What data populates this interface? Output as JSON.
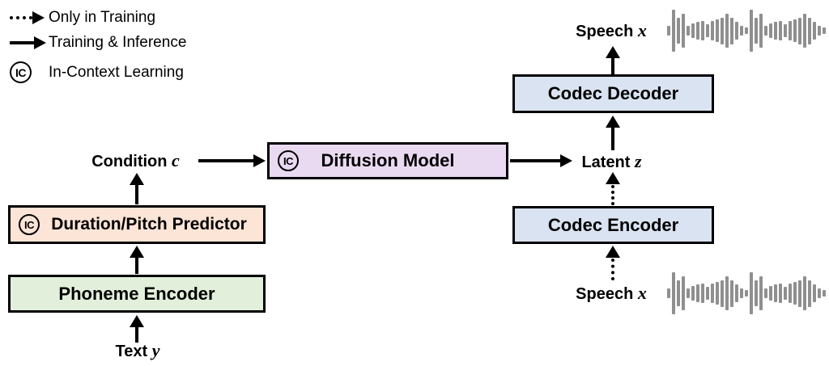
{
  "legend": {
    "items": [
      {
        "icon": "dotted-arrow-icon",
        "label": "Only in Training"
      },
      {
        "icon": "solid-arrow-icon",
        "label": "Training & Inference"
      },
      {
        "icon": "ic-badge-icon",
        "badge": "IC",
        "label": "In-Context Learning"
      }
    ]
  },
  "nodes": {
    "phoneme_encoder": {
      "label": "Phoneme Encoder",
      "fill": "#E2EFDA"
    },
    "duration_pitch_predictor": {
      "label": "Duration/Pitch Predictor",
      "badge": "IC",
      "fill": "#FCE4D6"
    },
    "diffusion_model": {
      "label": "Diffusion Model",
      "badge": "IC",
      "fill": "#E9DAF2"
    },
    "codec_decoder": {
      "label": "Codec Decoder",
      "fill": "#DAE3F1"
    },
    "codec_encoder": {
      "label": "Codec Encoder",
      "fill": "#DAE3F1"
    }
  },
  "labels": {
    "text_y": {
      "prefix": "Text ",
      "var": "y"
    },
    "condition_c": {
      "prefix": "Condition ",
      "var": "c"
    },
    "latent_z": {
      "prefix": "Latent ",
      "var": "z"
    },
    "speech_x_top": {
      "prefix": "Speech ",
      "var": "x"
    },
    "speech_x_bottom": {
      "prefix": "Speech ",
      "var": "x"
    }
  },
  "colors": {
    "waveform": "#8F8F8F",
    "outline": "#000000"
  },
  "waveform_bars": [
    12,
    52,
    32,
    42,
    12,
    18,
    22,
    24,
    16,
    24,
    28,
    33,
    42,
    33,
    22,
    12,
    8,
    52,
    32,
    42,
    12,
    18,
    22,
    24,
    16,
    24,
    28,
    33,
    42,
    33,
    22,
    12,
    8
  ]
}
